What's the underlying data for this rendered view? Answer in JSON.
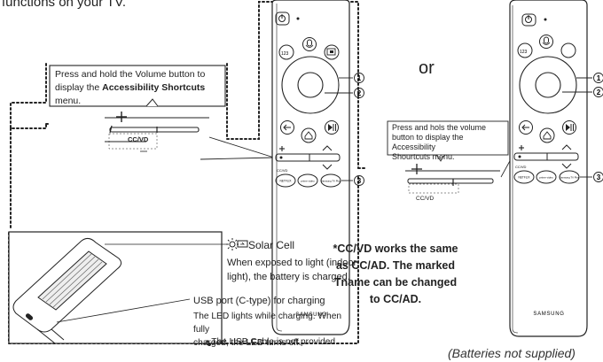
{
  "intro_text": "functions on your TV.",
  "or_text": "or",
  "callout_left": {
    "line1": "Press and hold the Volume button to",
    "line2_prefix": "display the ",
    "line2_bold": "Accessibility Shortcuts",
    "line2_suffix": " menu."
  },
  "callout_right": {
    "line1": "Press and hols the volume",
    "line2": "button to display the Accessibility",
    "line3": "Shourtcuts menu."
  },
  "cc_label": "CC/VD",
  "cc_note": {
    "line1": "*CC/VD works the same",
    "line2": "as CC/AD. The marked",
    "line3": "Tname can be changed",
    "line4": "to CC/AD."
  },
  "solar": {
    "title": "Solar Cell",
    "desc_line1": "When exposed to light (indoor",
    "desc_line2": "light), the battery is charged."
  },
  "usb": {
    "title": "USB port (C-type) for charging",
    "desc_line1": "The LED lights while charging. When fully",
    "desc_line2": "charged, the LED turns off.",
    "note": "The USB Cable is not provided."
  },
  "battery_note": "(Batteries not supplied)",
  "remote": {
    "brand": "SAMSUNG",
    "key_123": "123",
    "netflix": "NETFLIX",
    "prime": "prime video",
    "samsung_tv_plus": "Samsung TV Plus",
    "cc_small": "CC/VD",
    "markers": [
      "1",
      "2",
      "3"
    ]
  },
  "icons": [
    "power-icon",
    "mic-icon",
    "color-dots-icon",
    "ambient-icon",
    "back-icon",
    "home-icon",
    "play-pause-icon",
    "volume-up-icon",
    "channel-up-icon",
    "channel-down-icon",
    "sun-icon",
    "battery-icon"
  ]
}
